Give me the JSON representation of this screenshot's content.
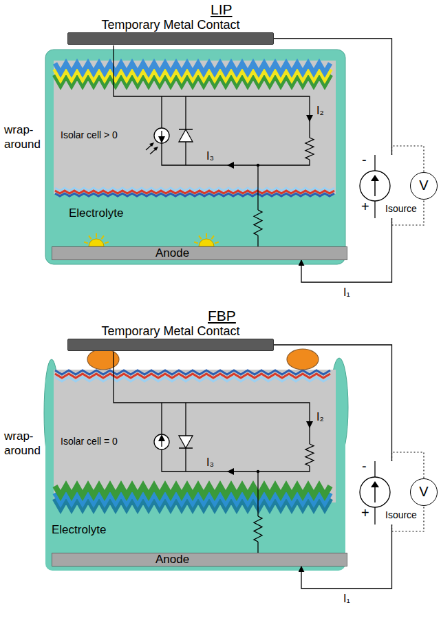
{
  "diagram": {
    "nodes": [
      {
        "text": [
          "Temporary Metal Contact"
        ]
      },
      {
        "text": [
          "Electrolyte"
        ]
      },
      {
        "text": [
          "Anode"
        ]
      },
      {
        "text": [
          "-",
          "+",
          "Isource"
        ]
      },
      {
        "text": [
          "V"
        ]
      },
      {
        "text": [
          "Temporary Metal Contact"
        ]
      },
      {
        "text": [
          "Electrolyte"
        ]
      },
      {
        "text": [
          "Anode"
        ]
      },
      {
        "text": [
          "-",
          "+",
          "Isource"
        ]
      },
      {
        "text": [
          "V"
        ]
      }
    ],
    "edges": [
      {
        "from": 3,
        "to": 0,
        "arrow": "none"
      },
      {
        "from": 3,
        "to": 2,
        "arrow": "to",
        "label": "I₁"
      },
      {
        "from": 3,
        "to": 4,
        "arrow": "none"
      },
      {
        "from": 8,
        "to": 5,
        "arrow": "none"
      },
      {
        "from": 8,
        "to": 7,
        "arrow": "to",
        "label": "I₁"
      },
      {
        "from": 8,
        "to": 9,
        "arrow": "none"
      }
    ],
    "labels": [
      "LIP",
      "wrap-around",
      "Isolar cell > 0",
      "I₂",
      "I₃",
      "FBP",
      "wrap-around",
      "Isolar cell = 0",
      "I₂",
      "I₃"
    ]
  }
}
